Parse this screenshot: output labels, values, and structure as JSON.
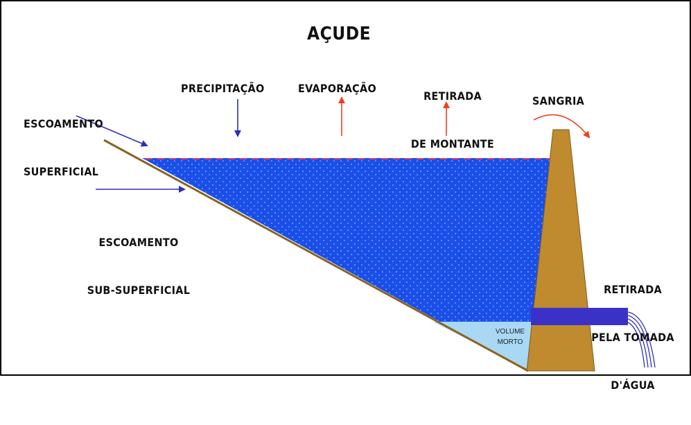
{
  "diagram": {
    "title": "AÇUDE",
    "labels": {
      "escoamento_superficial": [
        "ESCOAMENTO",
        "SUPERFICIAL"
      ],
      "precipitacao": "PRECIPITAÇÃO",
      "evaporacao": "EVAPORAÇÃO",
      "retirada_montante": [
        "RETIRADA",
        "DE MONTANTE"
      ],
      "sangria": "SANGRIA",
      "escoamento_sub_superficial": [
        "ESCOAMENTO",
        "SUB-SUPERFICIAL"
      ],
      "retirada_tomada": [
        "RETIRADA",
        "PELA TOMADA",
        "D'ÁGUA"
      ],
      "volume_morto": [
        "VOLUME",
        "MORTO"
      ]
    },
    "colors": {
      "water": "#1a4fe8",
      "dead_volume": "#a8d8f4",
      "dam": "#c08a2e",
      "inflow_arrow": "#2f2fb8",
      "outflow_arrow": "#f04020",
      "slope_line": "#8a6220",
      "pipe": "#3a32c8",
      "surface_line": "#e23a6a"
    }
  }
}
